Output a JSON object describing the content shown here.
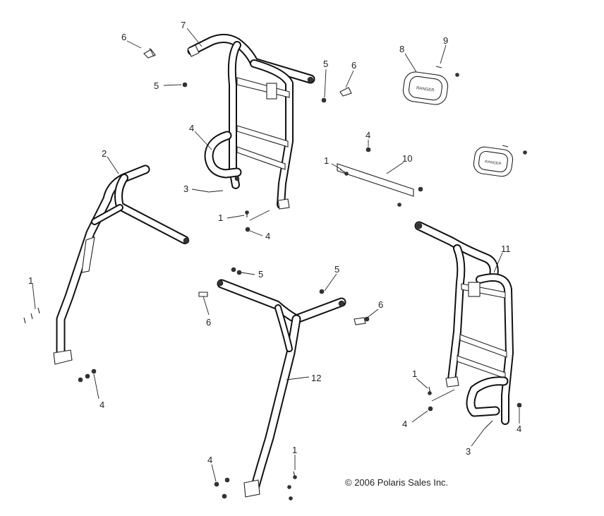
{
  "diagram": {
    "callouts": {
      "c1": "1",
      "c2": "2",
      "c3": "3",
      "c4": "4",
      "c5": "5",
      "c6": "6",
      "c7": "7",
      "c8": "8",
      "c9": "9",
      "c10": "10",
      "c11": "11",
      "c12": "12"
    },
    "copyright": "© 2006 Polaris Sales Inc.",
    "badge_text": "RANGER"
  }
}
